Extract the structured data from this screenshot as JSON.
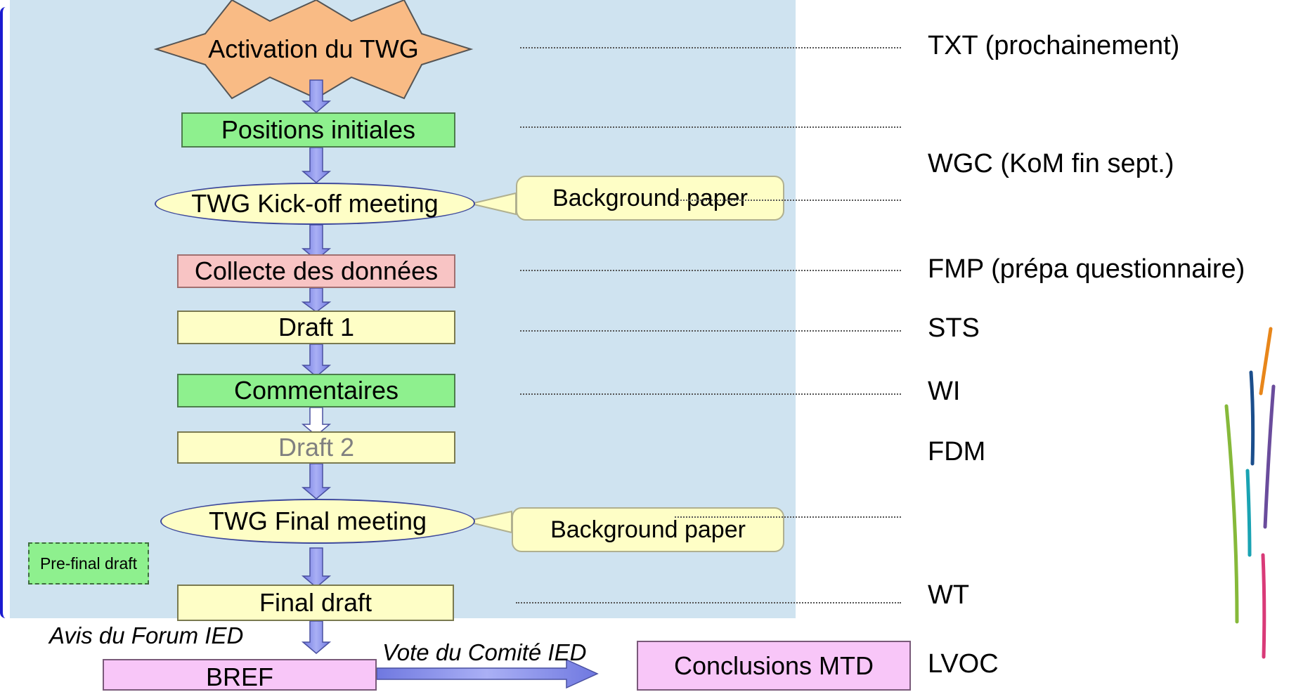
{
  "nodes": {
    "activation": "Activation du TWG",
    "positions": "Positions initiales",
    "kickoff": "TWG Kick-off meeting",
    "background_paper_1": "Background paper",
    "collecte": "Collecte des données",
    "draft1": "Draft 1",
    "commentaires": "Commentaires",
    "draft2": "Draft 2",
    "final_meeting": "TWG Final meeting",
    "background_paper_2": "Background paper",
    "prefinal": "Pre-final draft",
    "final_draft": "Final draft",
    "bref": "BREF",
    "conclusions": "Conclusions MTD"
  },
  "annotations": {
    "forum": "Avis du Forum IED",
    "comite": "Vote du Comité IED"
  },
  "right_labels": {
    "txt": "TXT (prochainement)",
    "wgc": "WGC (KoM fin sept.)",
    "fmp": "FMP (prépa questionnaire)",
    "sts": "STS",
    "wi": "WI",
    "fdm": "FDM",
    "wt": "WT",
    "lvoc": "LVOC"
  },
  "colors": {
    "panel": "#cfe3f0",
    "green": "#8ef08e",
    "yellow": "#fefec6",
    "pink": "#f8c4c4",
    "magenta": "#f8c6f8",
    "star": "#f9bb85",
    "arrow": "#7e87e8"
  }
}
